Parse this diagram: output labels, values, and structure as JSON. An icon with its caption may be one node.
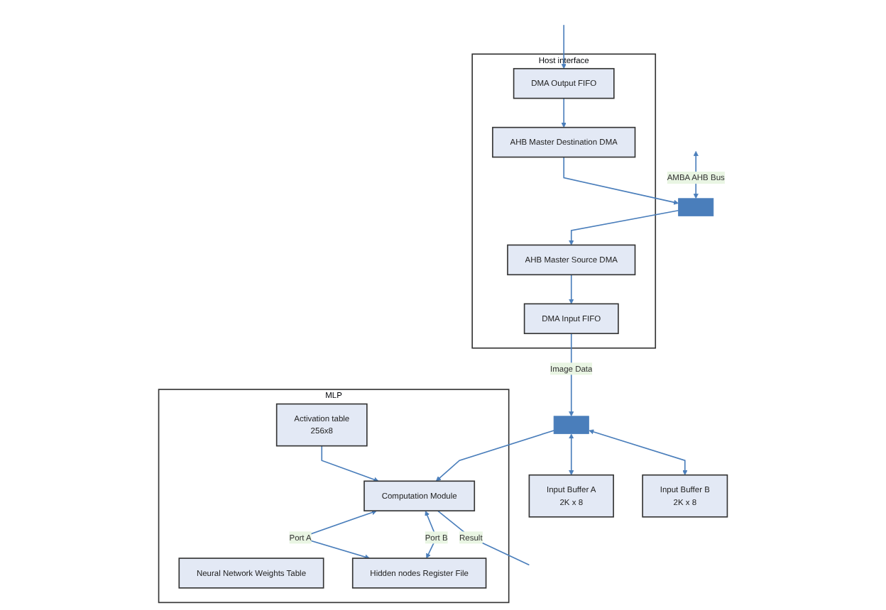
{
  "diagram": {
    "nodes": [
      {
        "text": [
          "Host interface"
        ]
      },
      {
        "text": [
          "AHB Master Destination DMA"
        ],
        "in": 0
      },
      {
        "text": [
          "DMA Output FIFO"
        ],
        "in": 0
      },
      {
        "text": [
          "AHB Master Source DMA"
        ],
        "in": 0
      },
      {
        "text": [
          "DMA Input FIFO"
        ],
        "in": 0
      },
      {
        "text": [],
        "shape": "bar"
      },
      {
        "text": [
          "MLP"
        ]
      },
      {
        "text": [
          "Neural Network Weights Table"
        ],
        "in": 6
      },
      {
        "text": [
          "Activation table",
          "256x8"
        ],
        "in": 6
      },
      {
        "text": [
          "Computation Module"
        ],
        "in": 6
      },
      {
        "text": [
          "Hidden nodes Register File"
        ],
        "in": 6
      },
      {
        "text": [],
        "shape": "bar"
      },
      {
        "text": [
          "Input Buffer A",
          "2K x 8"
        ]
      },
      {
        "text": [
          "Input Buffer B",
          "2K x 8"
        ]
      }
    ],
    "edges": [
      {
        "from": null,
        "to": 2,
        "arrow": "to"
      },
      {
        "from": 2,
        "to": 1,
        "arrow": "to"
      },
      {
        "from": 1,
        "to": 5,
        "arrow": "to"
      },
      {
        "from": null,
        "to": 5,
        "arrow": "both",
        "label": "AMBA AHB Bus"
      },
      {
        "from": 5,
        "to": 3,
        "arrow": "to"
      },
      {
        "from": 3,
        "to": 4,
        "arrow": "to"
      },
      {
        "from": 4,
        "to": 11,
        "arrow": "to",
        "label": "Image Data"
      },
      {
        "from": 11,
        "to": 12,
        "arrow": "both"
      },
      {
        "from": 11,
        "to": 13,
        "arrow": "both"
      },
      {
        "from": 11,
        "to": 9,
        "arrow": "to"
      },
      {
        "from": 8,
        "to": 9,
        "arrow": "to"
      },
      {
        "from": 9,
        "to": 10,
        "arrow": "both",
        "label": "Port A"
      },
      {
        "from": 9,
        "to": 10,
        "arrow": "both",
        "label": "Port B"
      },
      {
        "from": 9,
        "to": null,
        "arrow": "none",
        "label": "Result"
      }
    ]
  }
}
